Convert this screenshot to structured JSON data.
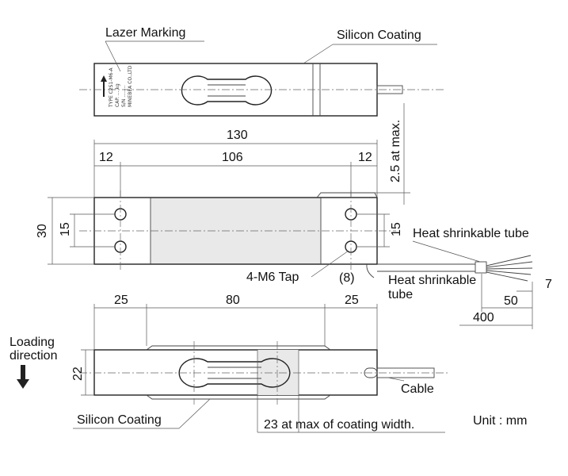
{
  "top_view": {
    "laser_marking_label": "Lazer Marking",
    "silicon_coating_label": "Silicon Coating",
    "plate_text_lines": [
      "TYPE C2S1-M6-A",
      "CAP. ... kg",
      "S/N ........",
      "MINEBEA CO.,LTD"
    ]
  },
  "side_view": {
    "overall_length": "130",
    "left_margin": "12",
    "hole_span": "106",
    "right_margin": "12",
    "coating_height": "2.5 at max.",
    "height": "30",
    "hole_pitch_left": "15",
    "hole_pitch_right": "15",
    "tap_label": "4-M6 Tap",
    "offset_label": "(8)",
    "heat_tube_label_top": "Heat shrinkable tube",
    "heat_tube_label_bottom": "Heat shrinkable",
    "heat_tube_label_bottom_2": "tube",
    "wire_strip": "7",
    "tube_length": "50",
    "cable_length": "400"
  },
  "bottom_view": {
    "left_margin": "25",
    "center_span": "80",
    "right_margin": "25",
    "loading_label_1": "Loading",
    "loading_label_2": "direction",
    "width": "22",
    "cable_label": "Cable",
    "silicon_coating_label": "Silicon Coating",
    "coating_width_label": "23 at max of coating width.",
    "unit_label": "Unit : mm"
  }
}
